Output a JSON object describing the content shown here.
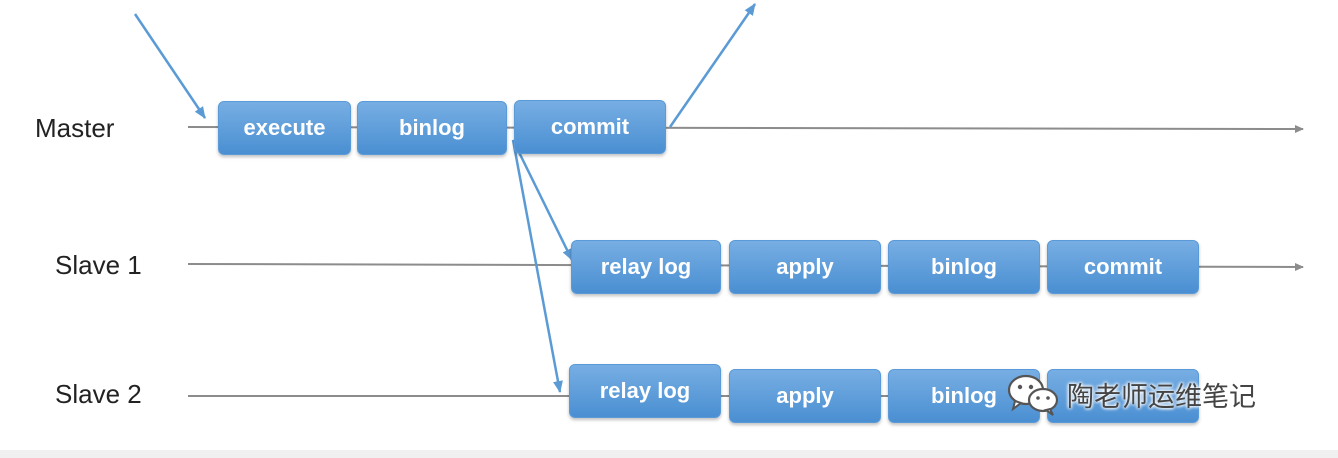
{
  "rows": {
    "master": "Master",
    "slave1": "Slave 1",
    "slave2": "Slave 2"
  },
  "master_steps": [
    "execute",
    "binlog",
    "commit"
  ],
  "slave1_steps": [
    "relay log",
    "apply",
    "binlog",
    "commit"
  ],
  "slave2_steps": [
    "relay log",
    "apply",
    "binlog",
    "commit"
  ],
  "watermark": "陶老师运维笔记",
  "colors": {
    "box_fill": "#5b9bd5",
    "arrow_blue": "#5b9bd5",
    "timeline_gray": "#8c8c8c"
  }
}
